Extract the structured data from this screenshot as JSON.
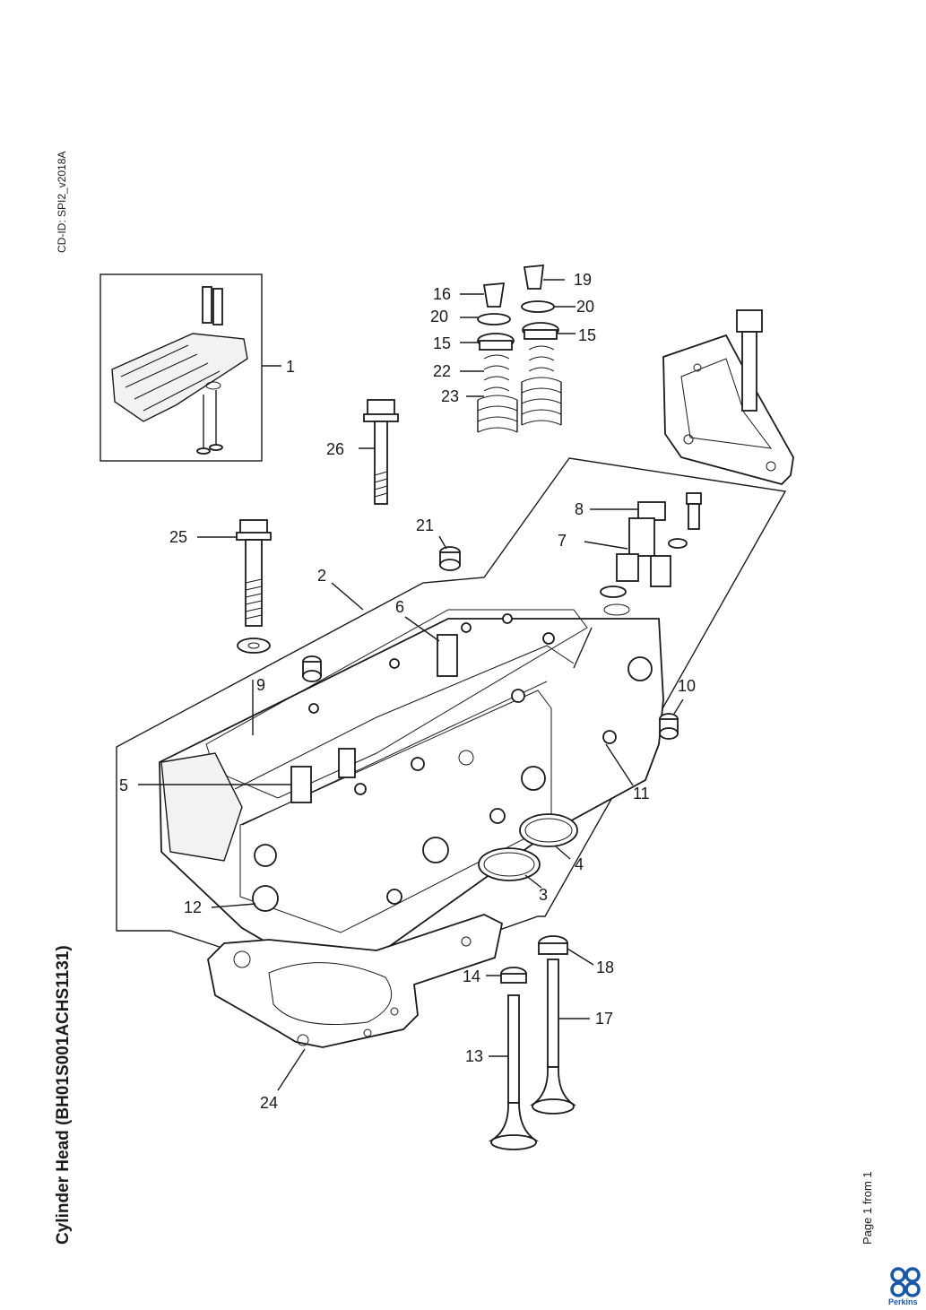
{
  "cd_id": "CD-ID: SPI2_v2018A",
  "title": "Cylinder Head (BH01S001ACHS1131)",
  "page_label": "Page 1 from 1",
  "brand": {
    "name": "Perkins",
    "color": "#1a57a8"
  },
  "callouts": {
    "p1": "1",
    "p2": "2",
    "p3": "3",
    "p4": "4",
    "p5": "5",
    "p6": "6",
    "p7": "7",
    "p8": "8",
    "p9": "9",
    "p10": "10",
    "p11": "11",
    "p12": "12",
    "p13": "13",
    "p14": "14",
    "p15a": "15",
    "p15b": "15",
    "p16": "16",
    "p17": "17",
    "p18": "18",
    "p19": "19",
    "p20a": "20",
    "p20b": "20",
    "p21": "21",
    "p22": "22",
    "p23": "23",
    "p24": "24",
    "p25": "25",
    "p26": "26"
  }
}
